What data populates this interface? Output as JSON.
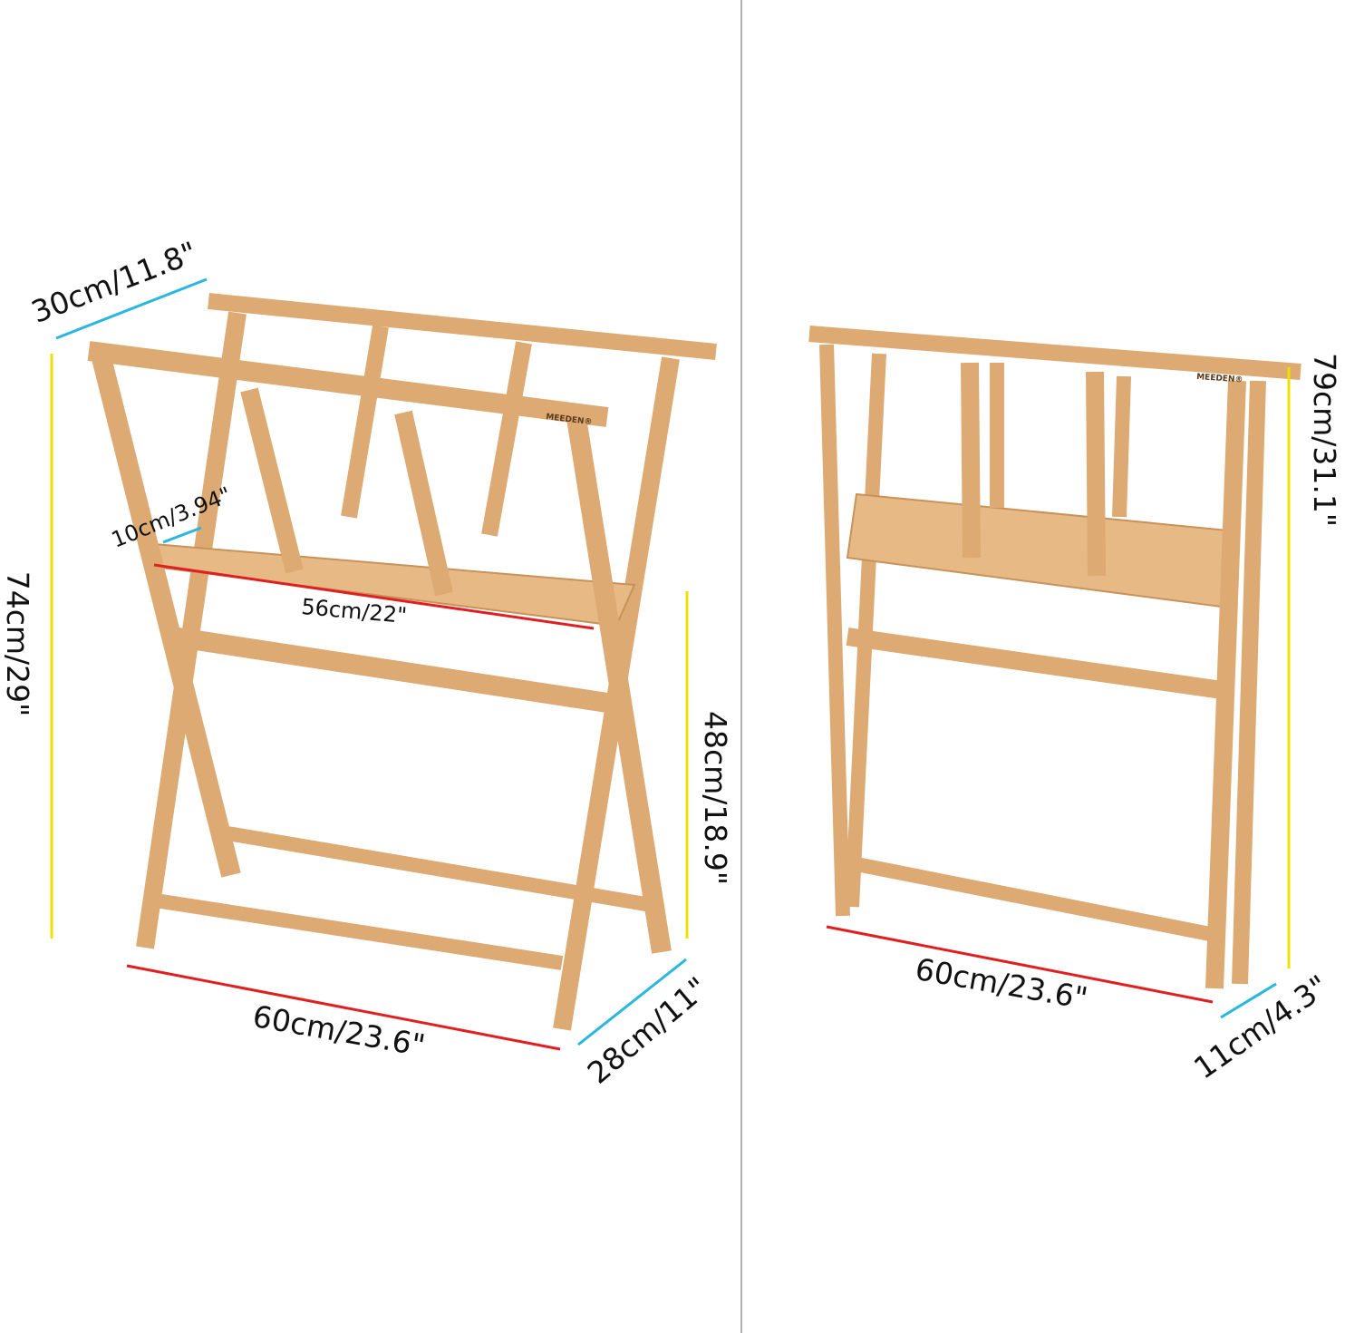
{
  "brand": "MEEDEN®",
  "colors": {
    "wood": "#dcaa72",
    "width_line": "#e02020",
    "height_line": "#f0e000",
    "depth_line": "#29b6e0",
    "divider": "#b0b0b0"
  },
  "unfolded": {
    "depth_top": "30cm/11.8\"",
    "height_total": "74cm/29\"",
    "shelf_depth": "10cm/3.94\"",
    "shelf_width": "56cm/22\"",
    "shelf_height": "48cm/18.9\"",
    "base_width": "60cm/23.6\"",
    "base_depth": "28cm/11\""
  },
  "folded": {
    "height_total": "79cm/31.1\"",
    "base_width": "60cm/23.6\"",
    "folded_depth": "11cm/4.3\""
  }
}
